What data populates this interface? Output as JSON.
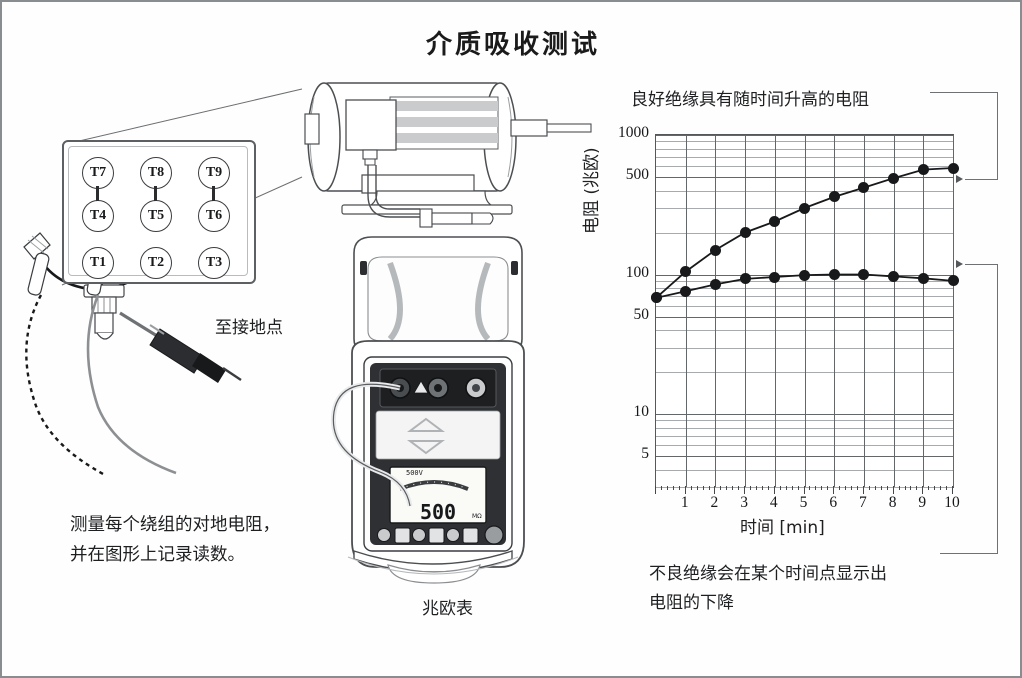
{
  "title": "介质吸收测试",
  "diagram": {
    "terminal_block": {
      "name": "terminal-block",
      "rows": [
        [
          "T7",
          "T8",
          "T9"
        ],
        [
          "T4",
          "T5",
          "T6"
        ],
        [
          "T1",
          "T2",
          "T3"
        ]
      ]
    },
    "motor": {
      "name": "electric-motor"
    },
    "labels": {
      "to_ground": "至接地点",
      "megohmmeter": "兆欧表",
      "instruction": [
        "测量每个绕组的对地电阻，",
        "并在图形上记录读数。"
      ]
    },
    "meter": {
      "display_value": "500",
      "display_unit": "MΩ",
      "voltage_label": "500V",
      "buttons": 7
    }
  },
  "annotations": {
    "good_insulation": "良好绝缘具有随时间升高的电阻",
    "bad_insulation": [
      "不良绝缘会在某个时间点显示出",
      "电阻的下降"
    ]
  },
  "chart_data": {
    "type": "line",
    "title": "",
    "xlabel": "时间 [min]",
    "ylabel": "电阻 (兆欧)",
    "xlim": [
      0,
      10
    ],
    "ylim": [
      3,
      1000
    ],
    "yscale": "log",
    "grid": true,
    "xticks": [
      1,
      2,
      3,
      4,
      5,
      6,
      7,
      8,
      9,
      10
    ],
    "yticks": [
      5,
      10,
      50,
      100,
      500,
      1000
    ],
    "ytick_labels": [
      "5",
      "10",
      "50",
      "100",
      "500",
      "1000"
    ],
    "x": [
      0,
      1,
      2,
      3,
      4,
      5,
      6,
      7,
      8,
      9,
      10
    ],
    "series": [
      {
        "name": "良好绝缘",
        "values": [
          68,
          105,
          150,
          200,
          240,
          300,
          360,
          420,
          490,
          565,
          580
        ]
      },
      {
        "name": "不良绝缘",
        "values": [
          68,
          76,
          85,
          93,
          96,
          99,
          100,
          100,
          97,
          94,
          90
        ]
      }
    ]
  },
  "colors": {
    "frame": "#8a8d90",
    "ink": "#17191b",
    "grid_major": "#63676a",
    "grid_minor": "#a7abae",
    "metal": "#c9cbcd"
  }
}
